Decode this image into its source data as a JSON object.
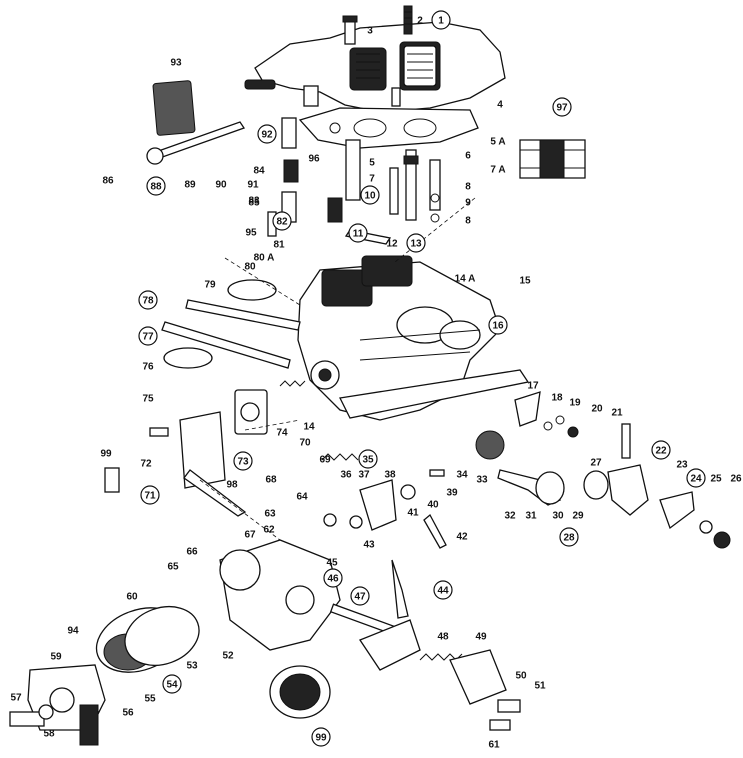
{
  "diagram": {
    "callouts": [
      {
        "n": "1",
        "circled": true
      },
      {
        "n": "2",
        "circled": false
      },
      {
        "n": "3",
        "circled": false
      },
      {
        "n": "4",
        "circled": false
      },
      {
        "n": "5 A",
        "circled": false
      },
      {
        "n": "5",
        "circled": false
      },
      {
        "n": "6",
        "circled": false
      },
      {
        "n": "7 A",
        "circled": false
      },
      {
        "n": "7",
        "circled": false
      },
      {
        "n": "8",
        "circled": false
      },
      {
        "n": "9",
        "circled": false
      },
      {
        "n": "8",
        "circled": false
      },
      {
        "n": "10",
        "circled": true
      },
      {
        "n": "11",
        "circled": true
      },
      {
        "n": "12",
        "circled": false
      },
      {
        "n": "13",
        "circled": true
      },
      {
        "n": "14 A",
        "circled": false
      },
      {
        "n": "15",
        "circled": false
      },
      {
        "n": "16",
        "circled": true
      },
      {
        "n": "17",
        "circled": false
      },
      {
        "n": "18",
        "circled": false
      },
      {
        "n": "19",
        "circled": false
      },
      {
        "n": "20",
        "circled": false
      },
      {
        "n": "21",
        "circled": false
      },
      {
        "n": "22",
        "circled": true
      },
      {
        "n": "23",
        "circled": false
      },
      {
        "n": "24",
        "circled": true
      },
      {
        "n": "25",
        "circled": false
      },
      {
        "n": "26",
        "circled": false
      },
      {
        "n": "27",
        "circled": false
      },
      {
        "n": "28",
        "circled": true
      },
      {
        "n": "29",
        "circled": false
      },
      {
        "n": "30",
        "circled": false
      },
      {
        "n": "31",
        "circled": false
      },
      {
        "n": "32",
        "circled": false
      },
      {
        "n": "33",
        "circled": false
      },
      {
        "n": "34",
        "circled": false
      },
      {
        "n": "35",
        "circled": true
      },
      {
        "n": "36",
        "circled": false
      },
      {
        "n": "37",
        "circled": false
      },
      {
        "n": "38",
        "circled": false
      },
      {
        "n": "39",
        "circled": false
      },
      {
        "n": "40",
        "circled": false
      },
      {
        "n": "41",
        "circled": false
      },
      {
        "n": "42",
        "circled": false
      },
      {
        "n": "43",
        "circled": false
      },
      {
        "n": "44",
        "circled": true
      },
      {
        "n": "45",
        "circled": false
      },
      {
        "n": "46",
        "circled": true
      },
      {
        "n": "47",
        "circled": true
      },
      {
        "n": "48",
        "circled": false
      },
      {
        "n": "49",
        "circled": false
      },
      {
        "n": "50",
        "circled": false
      },
      {
        "n": "51",
        "circled": false
      },
      {
        "n": "52",
        "circled": false
      },
      {
        "n": "53",
        "circled": false
      },
      {
        "n": "54",
        "circled": true
      },
      {
        "n": "55",
        "circled": false
      },
      {
        "n": "56",
        "circled": false
      },
      {
        "n": "57",
        "circled": false
      },
      {
        "n": "58",
        "circled": false
      },
      {
        "n": "59",
        "circled": false
      },
      {
        "n": "60",
        "circled": false
      },
      {
        "n": "61",
        "circled": false
      },
      {
        "n": "62",
        "circled": false
      },
      {
        "n": "63",
        "circled": false
      },
      {
        "n": "64",
        "circled": false
      },
      {
        "n": "65",
        "circled": false
      },
      {
        "n": "66",
        "circled": false
      },
      {
        "n": "67",
        "circled": false
      },
      {
        "n": "68",
        "circled": false
      },
      {
        "n": "69",
        "circled": false
      },
      {
        "n": "70",
        "circled": false
      },
      {
        "n": "71",
        "circled": true
      },
      {
        "n": "72",
        "circled": false
      },
      {
        "n": "73",
        "circled": true
      },
      {
        "n": "74",
        "circled": false
      },
      {
        "n": "14",
        "circled": false
      },
      {
        "n": "75",
        "circled": false
      },
      {
        "n": "76",
        "circled": false
      },
      {
        "n": "77",
        "circled": true
      },
      {
        "n": "78",
        "circled": true
      },
      {
        "n": "79",
        "circled": false
      },
      {
        "n": "80",
        "circled": false
      },
      {
        "n": "80 A",
        "circled": false
      },
      {
        "n": "81",
        "circled": false
      },
      {
        "n": "82",
        "circled": true
      },
      {
        "n": "83",
        "circled": false
      },
      {
        "n": "84",
        "circled": false
      },
      {
        "n": "85",
        "circled": false
      },
      {
        "n": "86",
        "circled": false
      },
      {
        "n": "88",
        "circled": true
      },
      {
        "n": "89",
        "circled": false
      },
      {
        "n": "90",
        "circled": false
      },
      {
        "n": "91",
        "circled": false
      },
      {
        "n": "92",
        "circled": true
      },
      {
        "n": "93",
        "circled": false
      },
      {
        "n": "95",
        "circled": false
      },
      {
        "n": "96",
        "circled": false
      },
      {
        "n": "97",
        "circled": true
      },
      {
        "n": "98",
        "circled": false
      },
      {
        "n": "99",
        "circled": false
      },
      {
        "n": "94",
        "circled": false
      },
      {
        "n": "99",
        "circled": true
      }
    ]
  }
}
